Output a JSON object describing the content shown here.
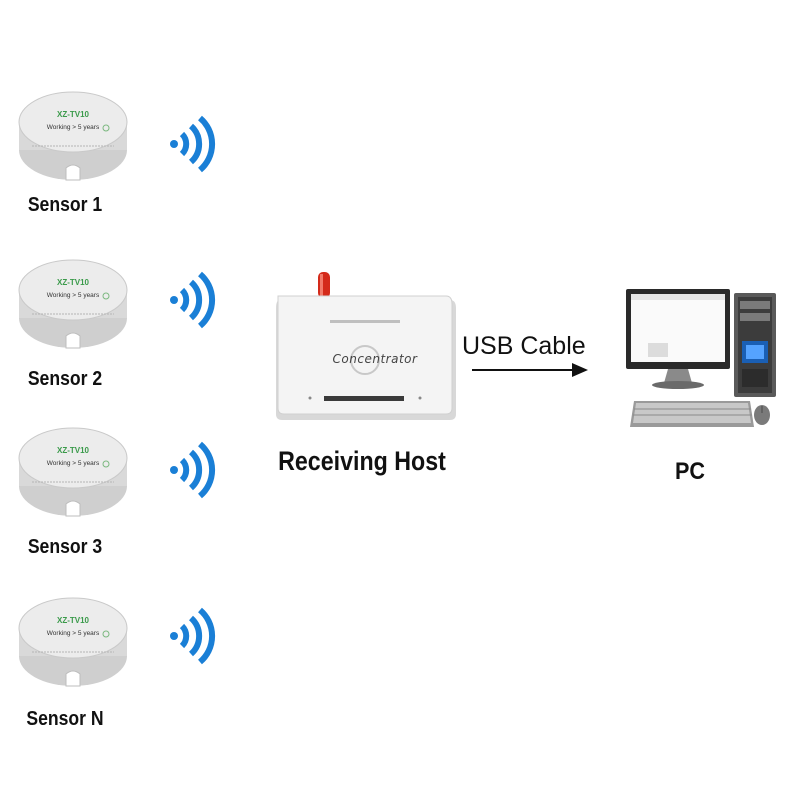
{
  "sensors": [
    {
      "label": "Sensor 1",
      "model": "XZ-TV10",
      "note": "Working > 5 years"
    },
    {
      "label": "Sensor 2",
      "model": "XZ-TV10",
      "note": "Working > 5 years"
    },
    {
      "label": "Sensor 3",
      "model": "XZ-TV10",
      "note": "Working > 5 years"
    },
    {
      "label": "Sensor N",
      "model": "XZ-TV10",
      "note": "Working > 5 years"
    }
  ],
  "host": {
    "label": "Receiving Host",
    "device_name": "Concentrator"
  },
  "link": {
    "label": "USB Cable"
  },
  "pc": {
    "label": "PC"
  },
  "colors": {
    "wifi": "#1a7fd6",
    "antenna": "#d42a1a",
    "sensor_body": "#e6e6e6",
    "model_text": "#3a9a4a"
  },
  "icons": {
    "signal": "wireless-signal-icon",
    "arrow": "arrow-right-icon",
    "computer": "desktop-computer-icon"
  }
}
